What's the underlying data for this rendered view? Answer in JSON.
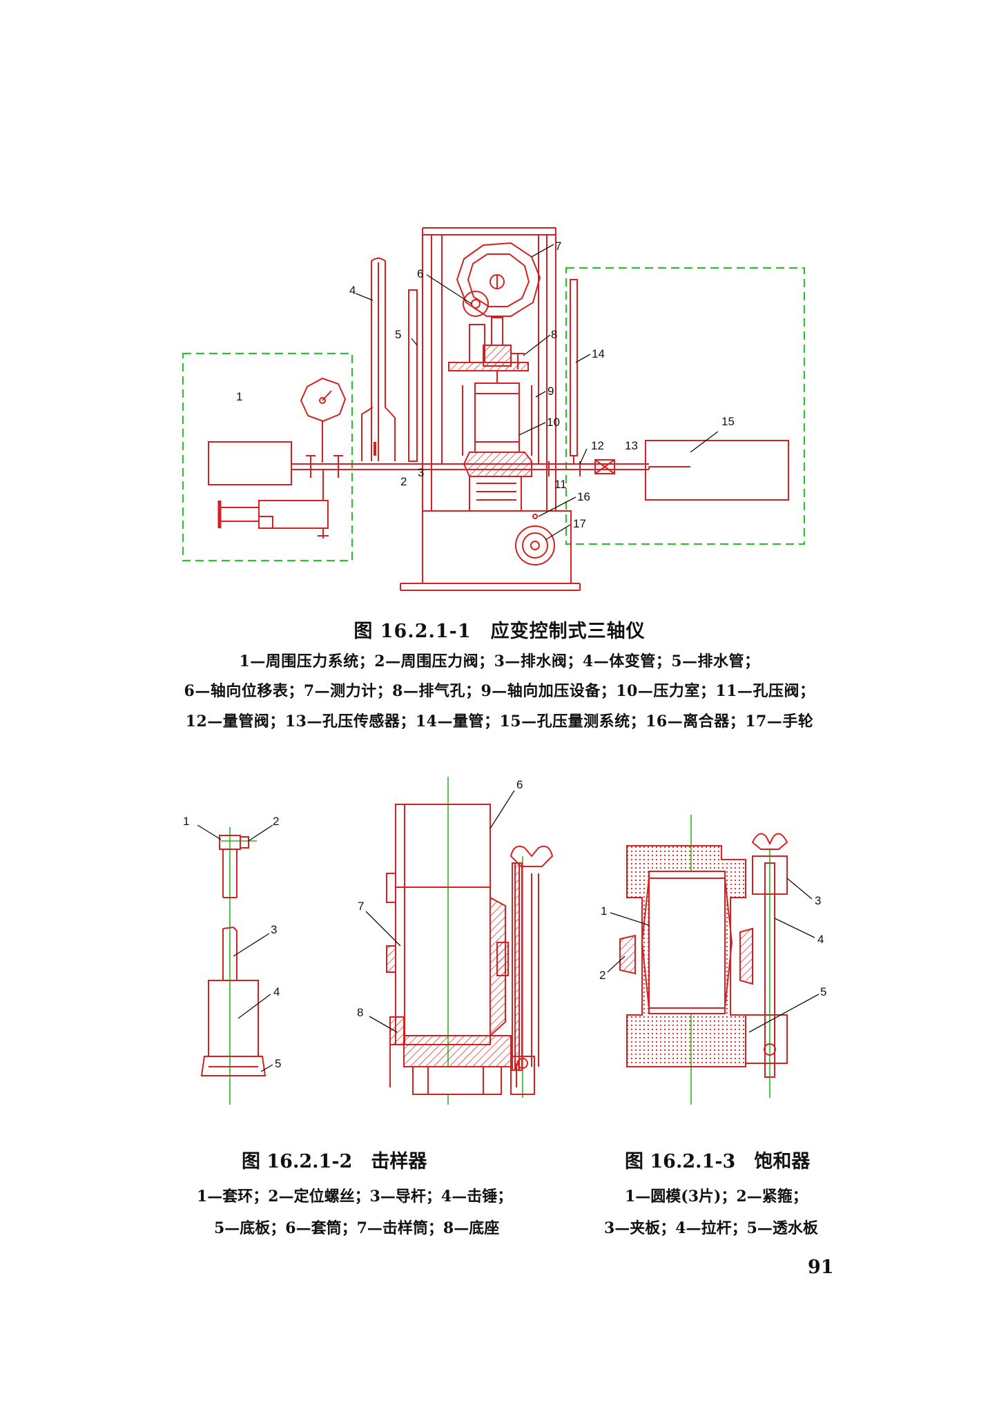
{
  "figure1": {
    "labels": [
      "1",
      "2",
      "3",
      "4",
      "5",
      "6",
      "7",
      "8",
      "9",
      "10",
      "11",
      "12",
      "13",
      "14",
      "15",
      "16",
      "17"
    ],
    "title": "图 16.2.1-1　应变控制式三轴仪",
    "legend_line1": "1—周围压力系统；2—周围压力阀；3—排水阀；4—体变管；5—排水管；",
    "legend_line2": "6—轴向位移表；7—测力计；8—排气孔；9—轴向加压设备；10—压力室；11—孔压阀；",
    "legend_line3": "12—量管阀；13—孔压传感器；14—量管；15—孔压量测系统；16—离合器；17—手轮"
  },
  "figure2": {
    "labels": [
      "1",
      "2",
      "3",
      "4",
      "5",
      "6",
      "7",
      "8"
    ],
    "title": "图 16.2.1-2　击样器",
    "legend_line1": "1—套环；2—定位螺丝；3—导杆；4—击锤；",
    "legend_line2": "5—底板；6—套筒；7—击样筒；8—底座"
  },
  "figure3": {
    "labels": [
      "1",
      "2",
      "3",
      "4",
      "5"
    ],
    "title": "图 16.2.1-3　饱和器",
    "legend_line1": "1—圆模(3片)；2—紧箍；",
    "legend_line2": "3—夹板；4—拉杆；5—透水板"
  },
  "page_number": "91",
  "colors": {
    "line": "#d81e1e",
    "dash": "#2fbf2f",
    "center": "#22bb22",
    "hatch": "#d81e1e"
  }
}
